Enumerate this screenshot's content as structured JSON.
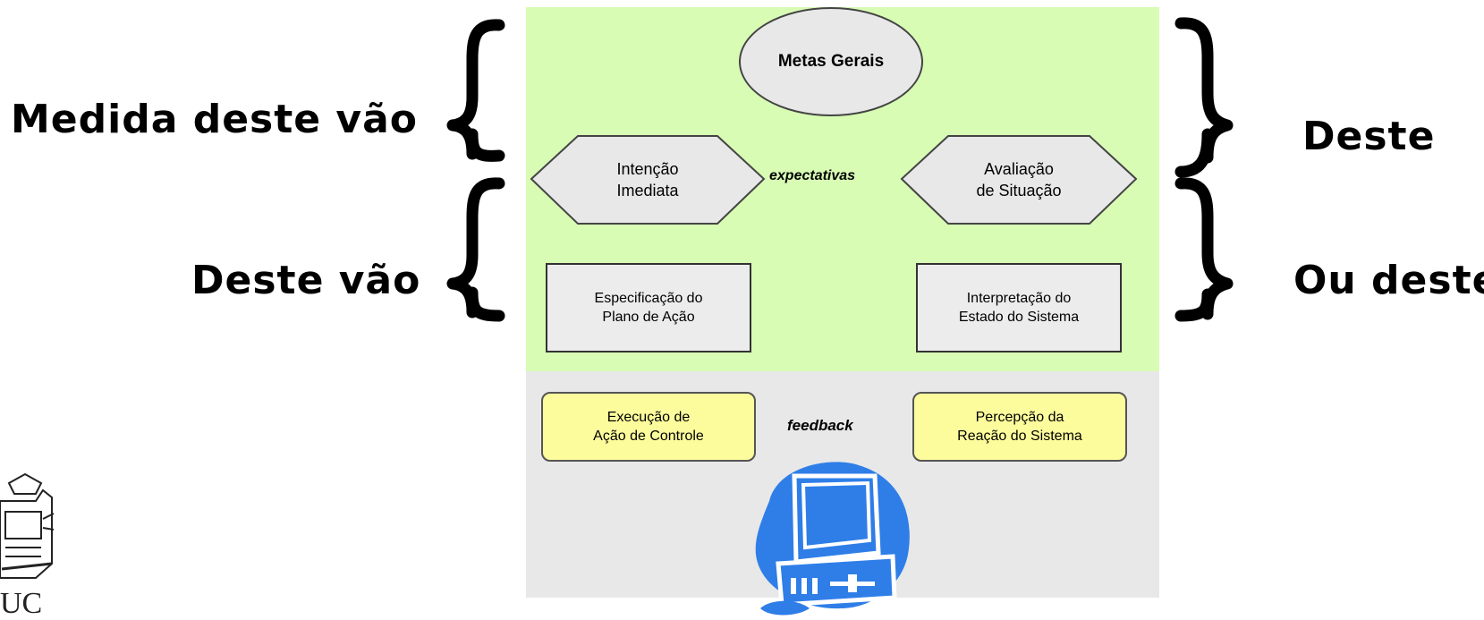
{
  "diagram": {
    "top_goal": "Metas Gerais",
    "left_hexagon": [
      "Intenção",
      "Imediata"
    ],
    "right_hexagon": [
      "Avaliação",
      "de Situação"
    ],
    "middle_label": "expectativas",
    "left_rect": [
      "Especificação do",
      "Plano de Ação"
    ],
    "right_rect": [
      "Interpretação do",
      "Estado do Sistema"
    ],
    "left_yellow": [
      "Execução de",
      "Ação de Controle"
    ],
    "right_yellow": [
      "Percepção da",
      "Reação do Sistema"
    ],
    "feedback_label": "feedback"
  },
  "labels": {
    "left_top": "Medida deste vão",
    "left_bottom": "Deste vão",
    "right_top": "Deste",
    "right_bottom": "Ou deste"
  },
  "logo": {
    "text": "UC",
    "icon": "university-seal-icon"
  },
  "computer": {
    "icon": "computer-icon",
    "color": "#2f7ee8"
  },
  "colors": {
    "top_panel": "#d8fcb4",
    "bottom_panel": "#e8e8e8",
    "yellow_box": "#fdfc9c"
  }
}
